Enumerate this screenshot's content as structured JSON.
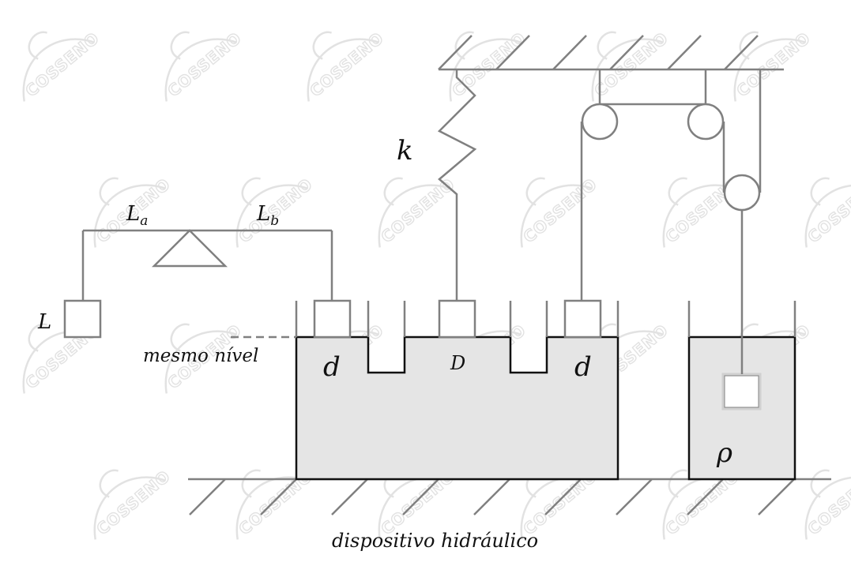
{
  "labels": {
    "spring_constant": "k",
    "lever_arm_a_main": "L",
    "lever_arm_a_sub": "a",
    "lever_arm_b_main": "L",
    "lever_arm_b_sub": "b",
    "hanging_block": "L",
    "level_note": "mesmo nível",
    "piston_left": "d",
    "piston_center": "D",
    "piston_right": "d",
    "density": "ρ",
    "caption": "dispositivo hidráulico"
  },
  "watermark": {
    "text": "COSSENO"
  },
  "colors": {
    "line": "#808080",
    "fluid": "#e5e5e5",
    "outline": "#111111",
    "watermark": "#e2e2e2"
  }
}
